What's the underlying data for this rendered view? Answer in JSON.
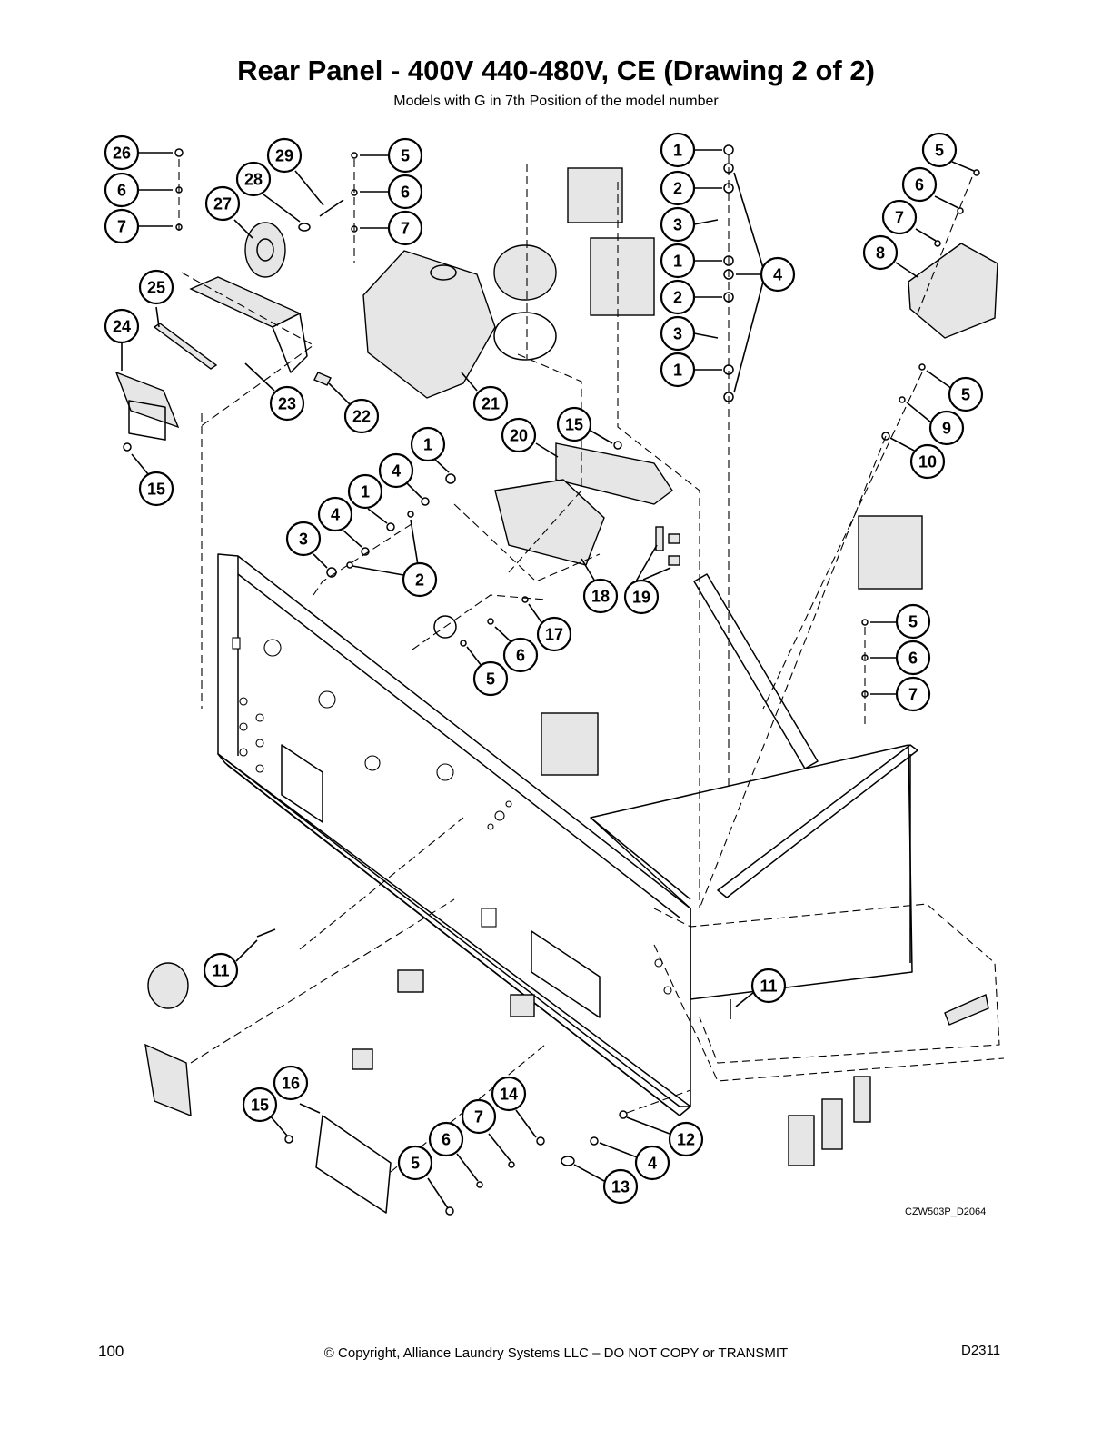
{
  "header": {
    "title": "Rear Panel - 400V 440-480V, CE (Drawing 2 of 2)",
    "subtitle": "Models with G in 7th Position of the model number"
  },
  "callouts": [
    "26",
    "6",
    "7",
    "29",
    "28",
    "27",
    "5",
    "6",
    "7",
    "1",
    "2",
    "3",
    "1",
    "2",
    "3",
    "1",
    "4",
    "5",
    "6",
    "7",
    "8",
    "25",
    "24",
    "23",
    "22",
    "21",
    "15",
    "5",
    "9",
    "10",
    "20",
    "15",
    "1",
    "4",
    "1",
    "4",
    "3",
    "2",
    "19",
    "18",
    "17",
    "6",
    "5",
    "5",
    "6",
    "7",
    "11",
    "11",
    "16",
    "15",
    "14",
    "7",
    "6",
    "5",
    "12",
    "4",
    "13"
  ],
  "drawing_id": "CZW503P_D2064",
  "footer": {
    "page_number": "100",
    "copyright": "© Copyright, Alliance Laundry Systems LLC – DO NOT COPY or TRANSMIT",
    "doc_code": "D2311"
  }
}
